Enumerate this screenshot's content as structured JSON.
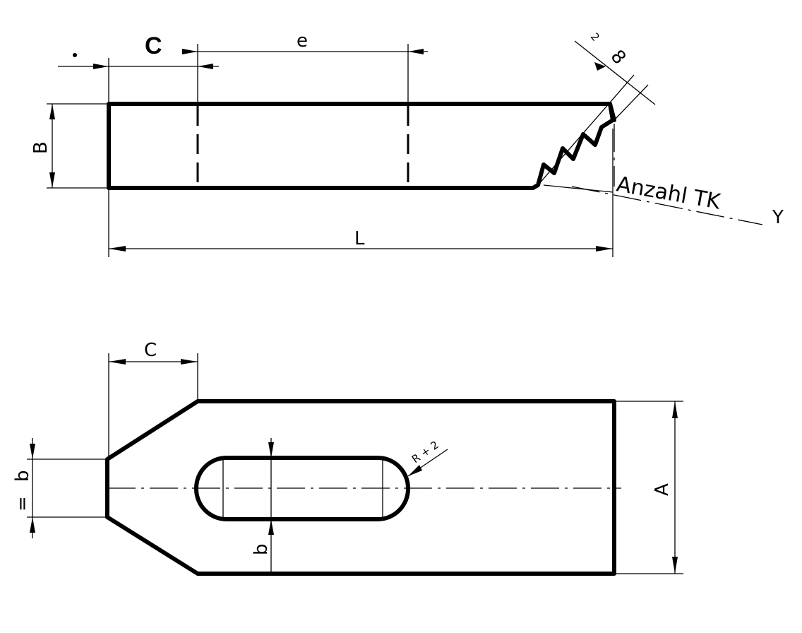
{
  "top_view": {
    "dim_c": "C",
    "dim_e": "e",
    "dim_b": "B",
    "dim_l": "L",
    "teeth_dim": "8",
    "teeth_small": "2",
    "note": "Anzahl TK",
    "note_y": "Y"
  },
  "bottom_view": {
    "dim_c": "C",
    "dim_a": "A",
    "dim_b_left": "b",
    "dim_eq": "=",
    "dim_b_slot": "b",
    "radius": "R + 2"
  }
}
